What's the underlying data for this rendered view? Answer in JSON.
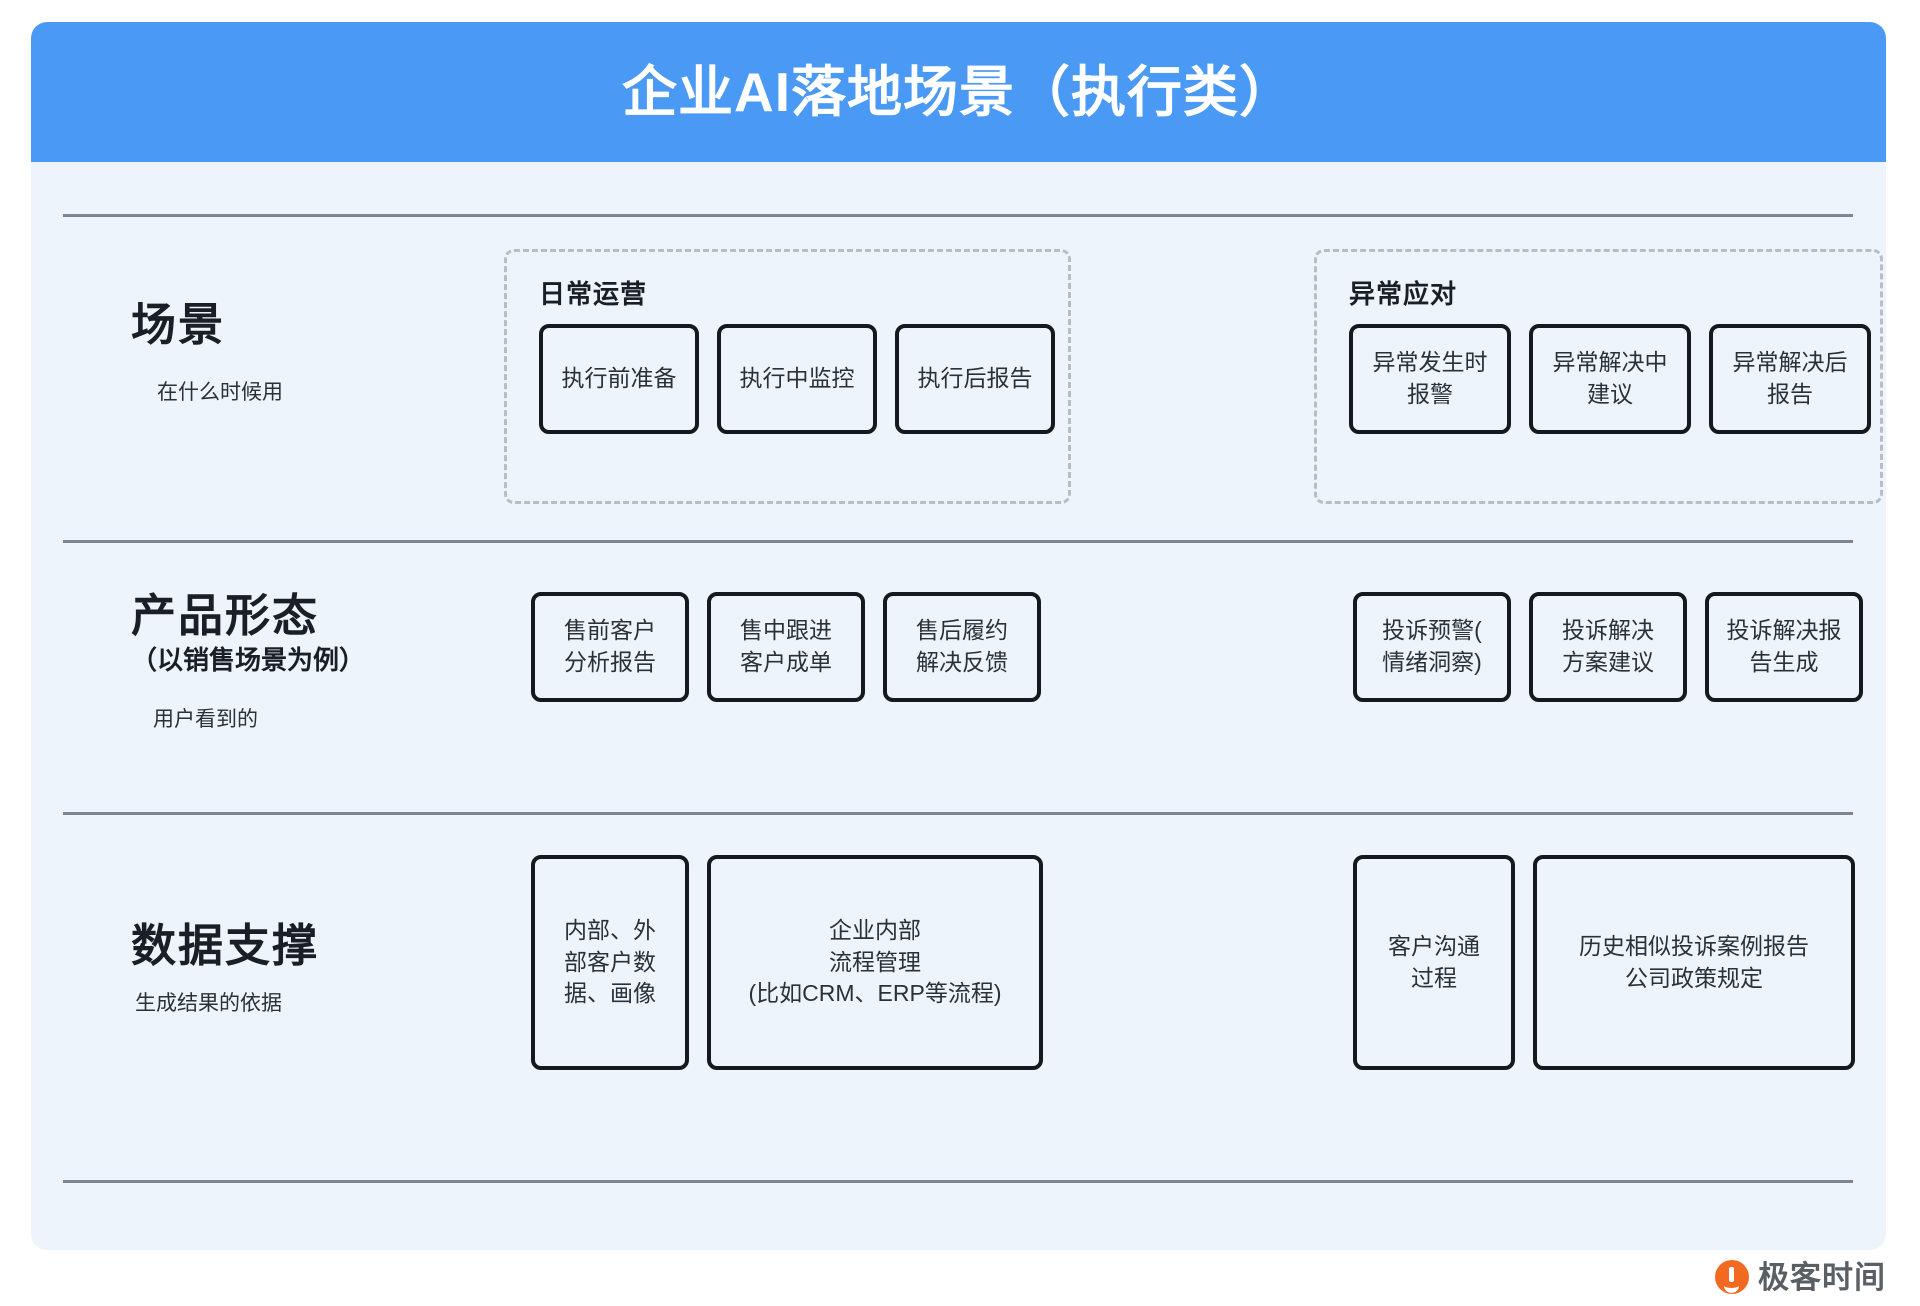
{
  "header": {
    "title": "企业AI落地场景（执行类）",
    "bg_color": "#4a9af5",
    "text_color": "#ffffff"
  },
  "card": {
    "bg_color": "#eef4fc",
    "divider_color": "#7d8590",
    "chip_border_color": "#15181d",
    "group_border_color": "#b9bec5"
  },
  "rows": [
    {
      "label": "场景",
      "label_sub_bold": "",
      "label_sub_light": "在什么时候用",
      "groups": [
        {
          "title": "日常运营",
          "items": [
            {
              "text": "执行前准备"
            },
            {
              "text": "执行中监控"
            },
            {
              "text": "执行后报告"
            }
          ]
        },
        {
          "title": "异常应对",
          "items": [
            {
              "line1": "异常发生时",
              "line2": "报警"
            },
            {
              "line1": "异常解决中",
              "line2": "建议"
            },
            {
              "line1": "异常解决后",
              "line2": "报告"
            }
          ]
        }
      ]
    },
    {
      "label": "产品形态",
      "label_sub_bold": "（以销售场景为例）",
      "label_sub_light": "用户看到的",
      "left_items": [
        {
          "line1": "售前客户",
          "line2": "分析报告"
        },
        {
          "line1": "售中跟进",
          "line2": "客户成单"
        },
        {
          "line1": "售后履约",
          "line2": "解决反馈"
        }
      ],
      "right_items": [
        {
          "line1": "投诉预警(",
          "line2": "情绪洞察)"
        },
        {
          "line1": "投诉解决",
          "line2": "方案建议"
        },
        {
          "line1": "投诉解决报",
          "line2": "告生成"
        }
      ]
    },
    {
      "label": "数据支撑",
      "label_sub_bold": "",
      "label_sub_light": "生成结果的依据",
      "left_items": [
        {
          "line1": "内部、外",
          "line2": "部客户数",
          "line3": "据、画像"
        },
        {
          "line1": "企业内部",
          "line2": "流程管理",
          "line3": "(比如CRM、ERP等流程)"
        }
      ],
      "right_items": [
        {
          "line1": "客户沟通",
          "line2": "过程"
        },
        {
          "line1": "历史相似投诉案例报告",
          "line2": "公司政策规定"
        }
      ]
    }
  ],
  "watermark": {
    "text": "极客时间",
    "logo_color": "#f26a21"
  }
}
